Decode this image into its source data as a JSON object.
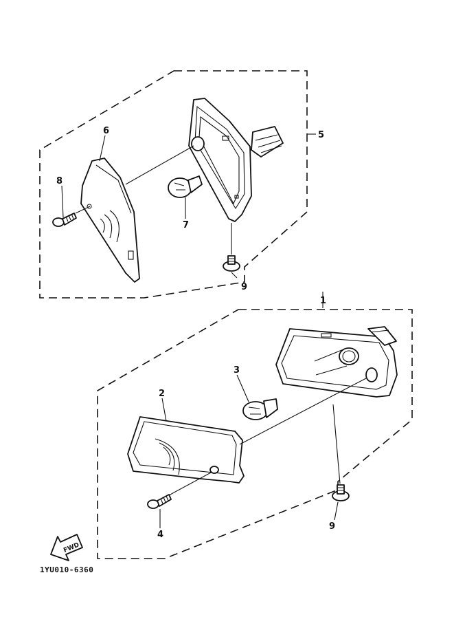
{
  "callouts": {
    "c1": "1",
    "c2": "2",
    "c3": "3",
    "c4": "4",
    "c5": "5",
    "c6": "6",
    "c7": "7",
    "c8": "8",
    "c9_upper": "9",
    "c9_lower": "9"
  },
  "fwd_label": "FWD",
  "drawing_code": "1YU010-6360"
}
